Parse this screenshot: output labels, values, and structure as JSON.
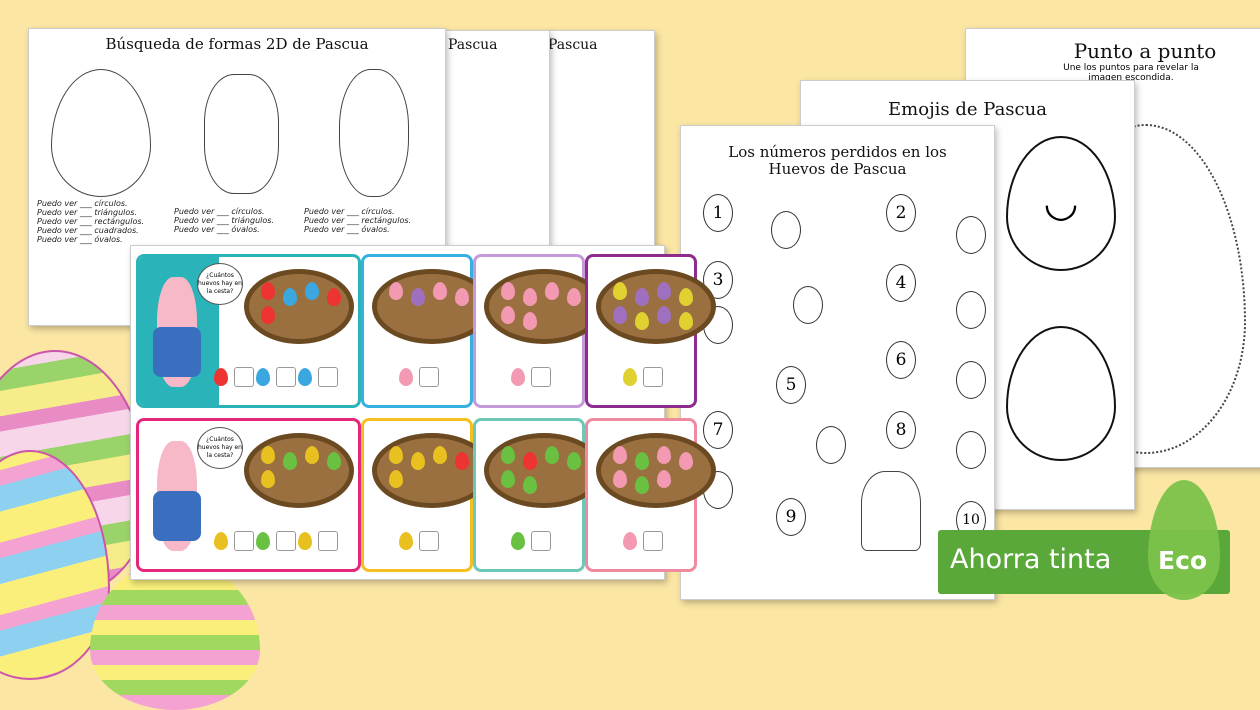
{
  "shapes_sheet": {
    "title": "Búsqueda de formas 2D de Pascua",
    "partial_title": "Pascua",
    "lines": [
      "Puedo ver ___ círculos.",
      "Puedo ver ___ triángulos.",
      "Puedo ver ___ rectángulos.",
      "Puedo ver ___ cuadrados.",
      "Puedo ver ___ óvalos."
    ]
  },
  "cards_sheet": {
    "bubble": "¿Cuántos huevos hay en la cesta?",
    "colors": {
      "teal": "#2ab3b8",
      "blue": "#36b0e0",
      "lilac": "#c49bd8",
      "purple": "#8e2c8e",
      "pink": "#e5267a",
      "yellow": "#f4c020",
      "mint": "#6cc9b8",
      "rose": "#f08aa0"
    }
  },
  "numbers_sheet": {
    "title": "Los números perdidos en los Huevos de Pascua",
    "numbers": [
      "1",
      "2",
      "3",
      "4",
      "5",
      "6",
      "7",
      "8",
      "9",
      "10"
    ]
  },
  "emojis_sheet": {
    "title": "Emojis de Pascua"
  },
  "dots_sheet": {
    "title": "Punto a punto",
    "subtitle": "Une los puntos para revelar la imagen escondida."
  },
  "eco_badge": {
    "label": "Ahorra tinta",
    "eco": "Eco",
    "color": "#5aa83a"
  }
}
